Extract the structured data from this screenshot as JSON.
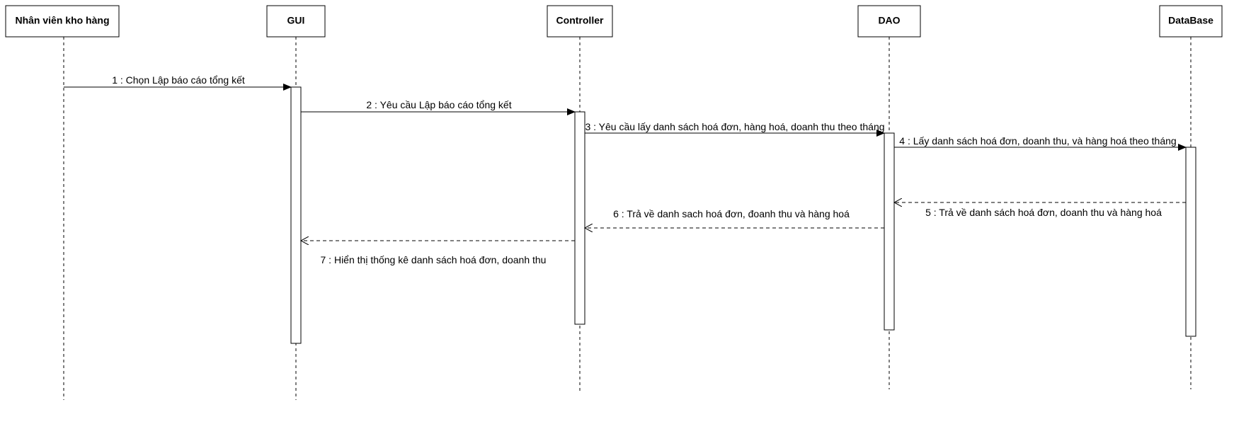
{
  "participants": [
    {
      "id": "p0",
      "label": "Nhân viên kho hàng"
    },
    {
      "id": "p1",
      "label": "GUI"
    },
    {
      "id": "p2",
      "label": "Controller"
    },
    {
      "id": "p3",
      "label": "DAO"
    },
    {
      "id": "p4",
      "label": "DataBase"
    }
  ],
  "messages": [
    {
      "id": "m1",
      "label": "1 : Chọn Lập báo cáo tổng kết",
      "kind": "sync"
    },
    {
      "id": "m2",
      "label": "2 : Yêu cầu Lập báo cáo tổng kết",
      "kind": "sync"
    },
    {
      "id": "m3",
      "label": "3 : Yêu cầu lấy danh sách hoá đơn, hàng hoá, doanh thu theo tháng",
      "kind": "sync"
    },
    {
      "id": "m4",
      "label": "4 : Lấy danh sách hoá đơn, doanh thu, và hàng hoá theo tháng",
      "kind": "sync"
    },
    {
      "id": "m5",
      "label": "5 : Trả về danh sách hoá đơn, doanh thu và hàng hoá",
      "kind": "return"
    },
    {
      "id": "m6",
      "label": "6 : Trả về danh sach hoá đơn, đoanh thu và hàng hoá",
      "kind": "return"
    },
    {
      "id": "m7",
      "label": "7 : Hiển thị thống kê danh sách hoá đơn, doanh thu",
      "kind": "return"
    }
  ]
}
